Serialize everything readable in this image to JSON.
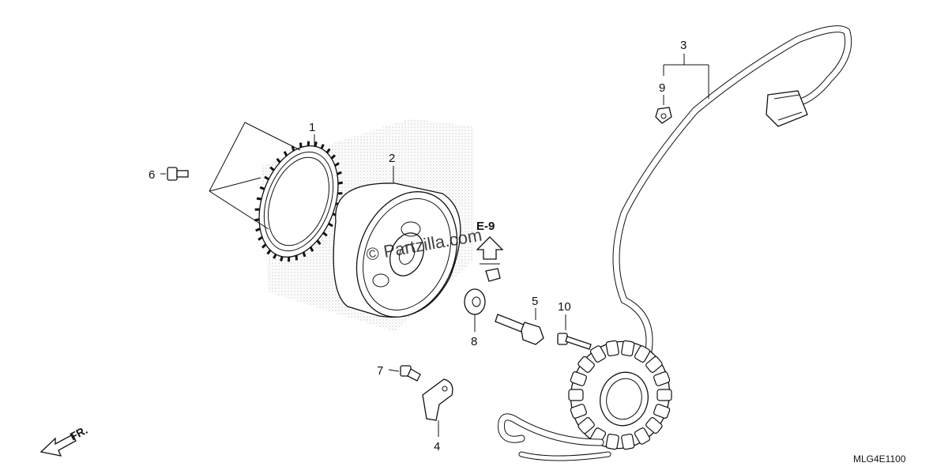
{
  "diagram": {
    "ref_code": "MLG4E1100",
    "watermark": "© Partzilla.com",
    "section_ref": "E-9",
    "direction_label": "FR.",
    "callouts": [
      {
        "id": "1",
        "label": "1"
      },
      {
        "id": "2",
        "label": "2"
      },
      {
        "id": "3",
        "label": "3"
      },
      {
        "id": "4",
        "label": "4"
      },
      {
        "id": "5",
        "label": "5"
      },
      {
        "id": "6",
        "label": "6"
      },
      {
        "id": "7",
        "label": "7"
      },
      {
        "id": "8",
        "label": "8"
      },
      {
        "id": "9",
        "label": "9"
      },
      {
        "id": "10",
        "label": "10"
      }
    ]
  }
}
